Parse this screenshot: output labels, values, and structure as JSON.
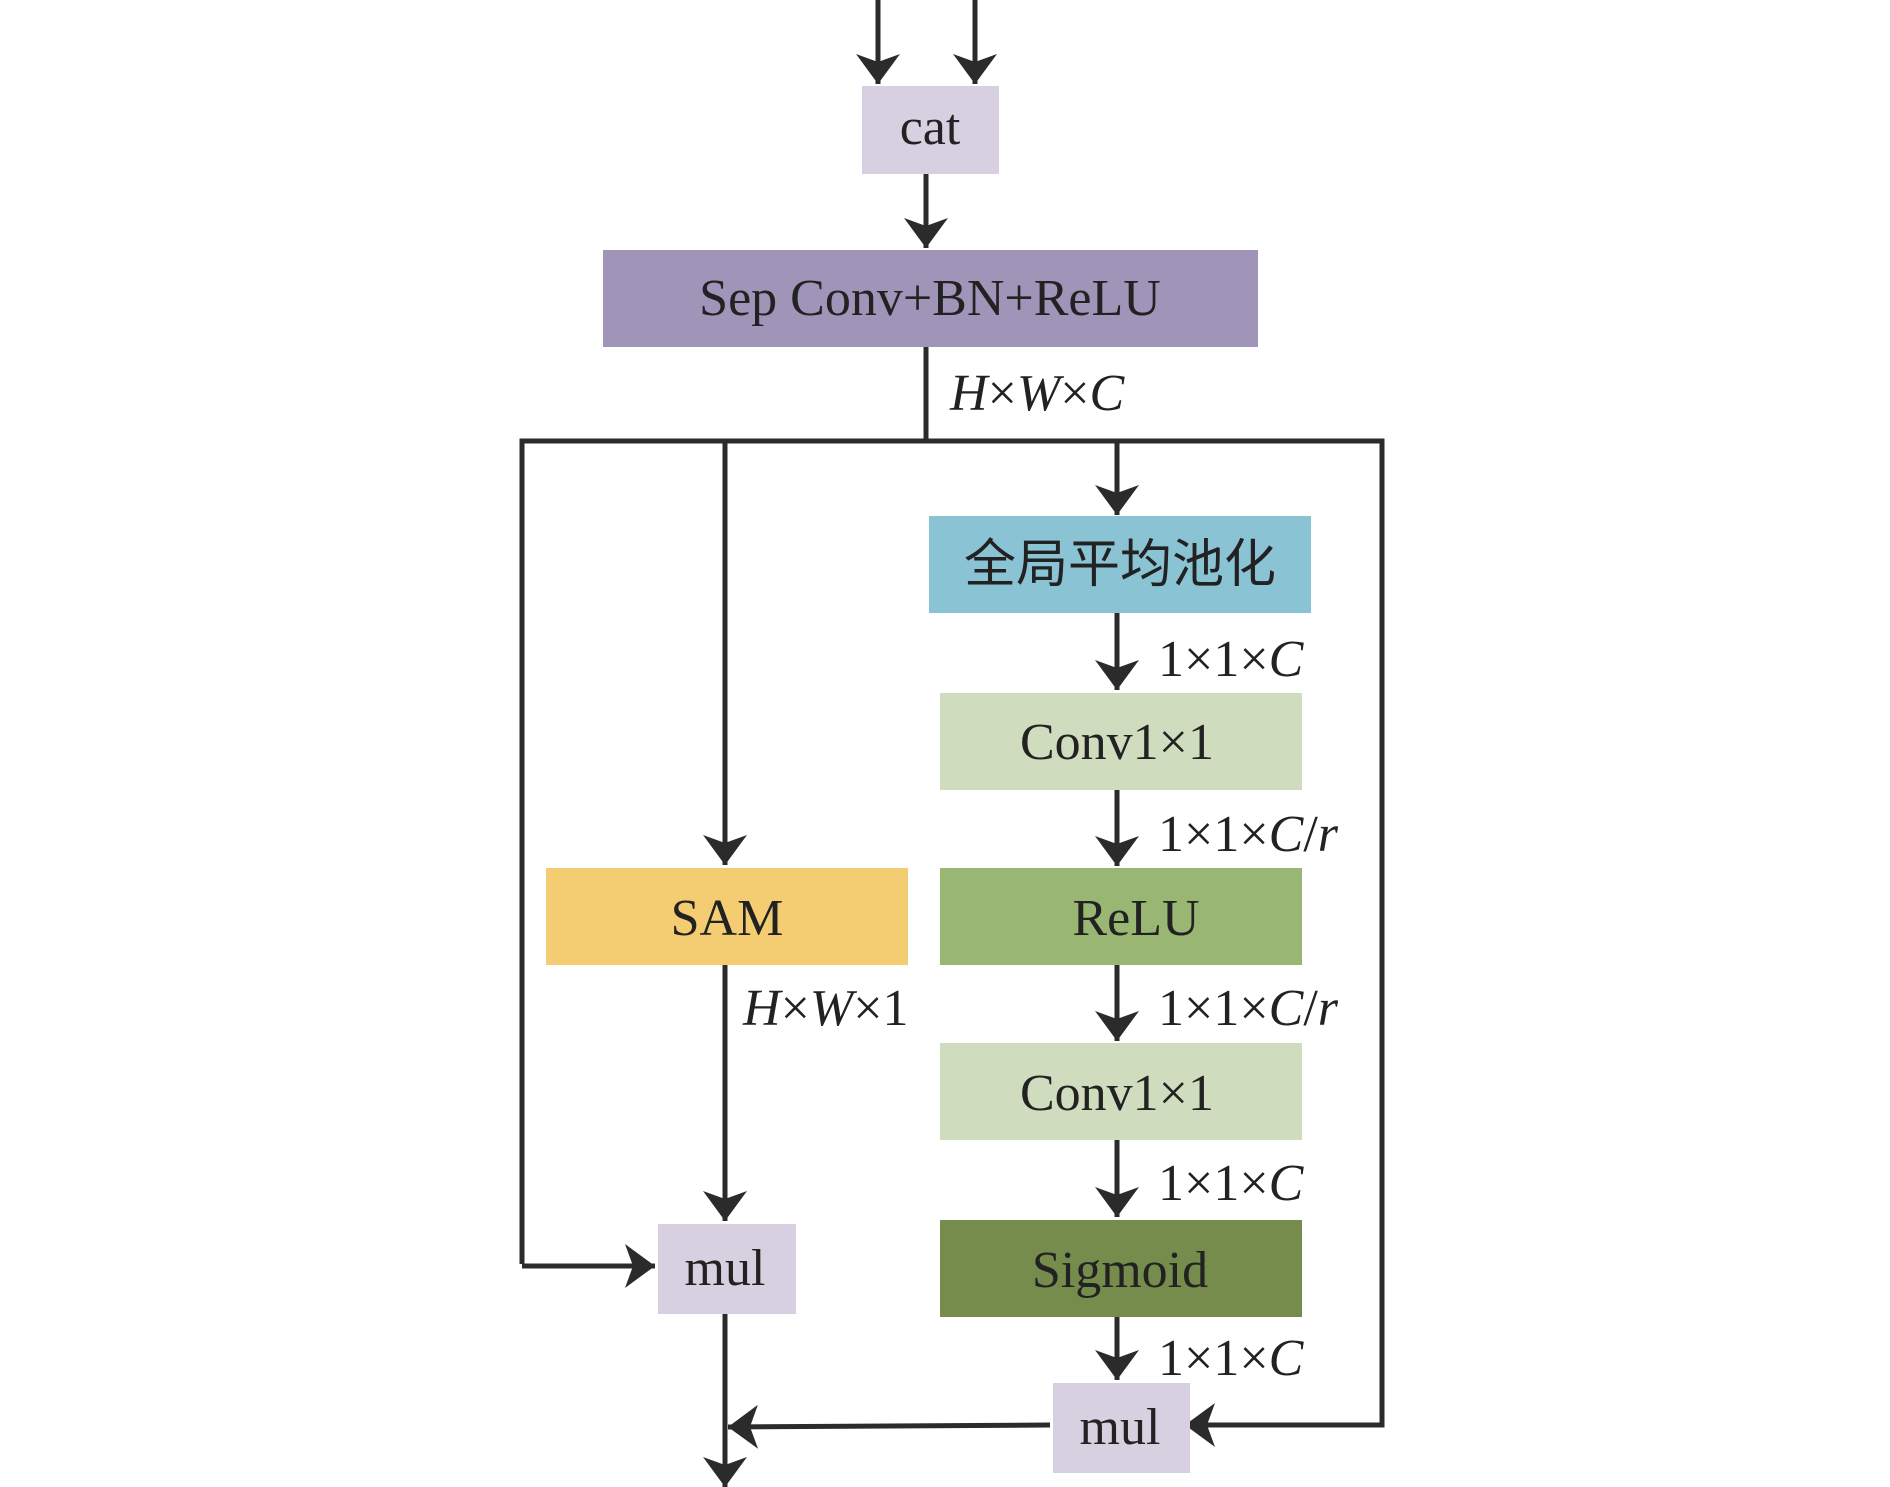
{
  "nodes": {
    "cat": {
      "label": "cat",
      "color": "#d6d0e1"
    },
    "sepconv": {
      "label": "Sep Conv+BN+ReLU",
      "color": "#a094b8"
    },
    "gap": {
      "label": "全局平均池化",
      "color": "#89c3d4"
    },
    "conv1": {
      "label": "Conv1×1",
      "color": "#cfdcbd"
    },
    "relu": {
      "label": "ReLU",
      "color": "#99b773"
    },
    "conv2": {
      "label": "Conv1×1",
      "color": "#cfdcbd"
    },
    "sigmoid": {
      "label": "Sigmoid",
      "color": "#768c4d"
    },
    "sam": {
      "label": "SAM",
      "color": "#f4cd72"
    },
    "mul_left": {
      "label": "mul",
      "color": "#d6d0e1"
    },
    "mul_right": {
      "label": "mul",
      "color": "#d6d0e1"
    }
  },
  "dims": {
    "hwc": [
      "H",
      "×",
      "W",
      "×",
      "C"
    ],
    "gap_out": [
      "1×1×",
      "C"
    ],
    "conv1_out": [
      "1×1×",
      "C",
      "/",
      "r"
    ],
    "relu_out": [
      "1×1×",
      "C",
      "/",
      "r"
    ],
    "conv2_out": [
      "1×1×",
      "C"
    ],
    "sigmoid_out": [
      "1×1×",
      "C"
    ],
    "sam_out": [
      "H",
      "×",
      "W",
      "×1"
    ]
  },
  "colors": {
    "line": "#2b2b2b",
    "text": "#222222"
  }
}
